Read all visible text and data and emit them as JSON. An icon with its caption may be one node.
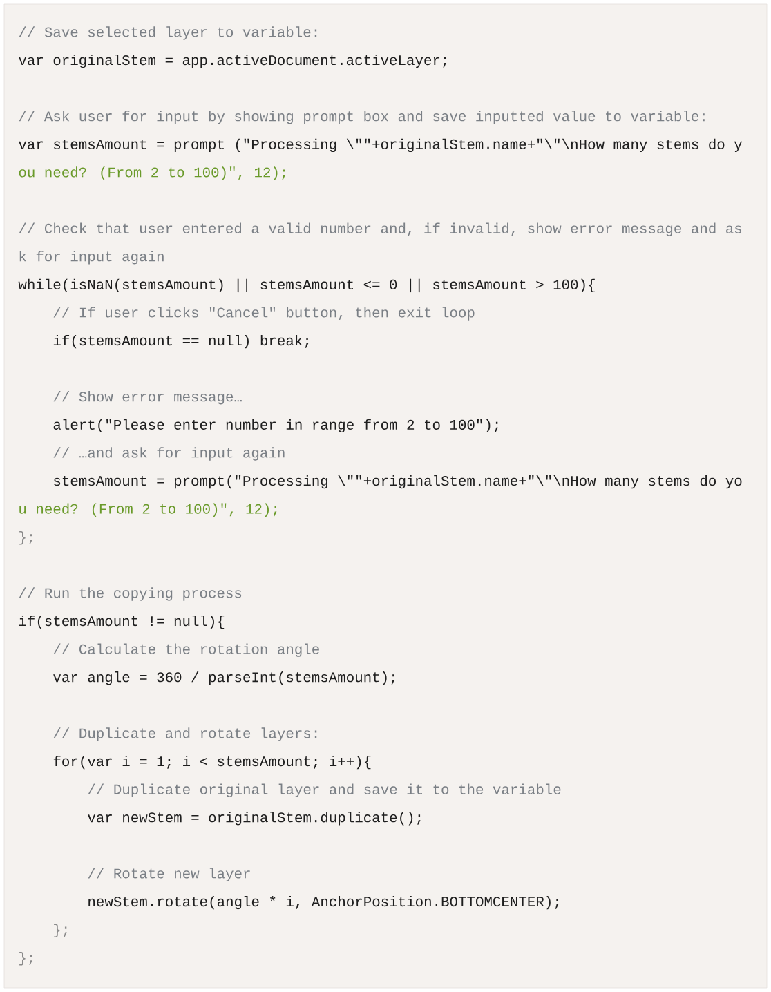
{
  "diagram": {
    "labels": [
      "// Save selected layer to variable:",
      "var originalStem = app.activeDocument.activeLayer;",
      "// Ask user for input by showing prompt box and save inputted value to variable:",
      "var stemsAmount = prompt (\"Processing \\\"\"+originalStem.name+\"\\\"\\nHow many stems do y",
      "ou need? (From 2 to 100)\", 12);",
      "// Check that user entered a valid number and, if invalid, show error message and as",
      "k for input again",
      "while(isNaN(stemsAmount) || stemsAmount <= 0 || stemsAmount > 100){",
      "// If user clicks \"Cancel\" button, then exit loop",
      "if(stemsAmount == null) break;",
      "// Show error message…",
      "alert(\"Please enter number in range from 2 to 100\");",
      "// …and ask for input again",
      "stemsAmount = prompt(\"Processing \\\"\"+originalStem.name+\"\\\"\\nHow many stems do yo",
      "u need? (From 2 to 100)\", 12);",
      "};",
      "// Run the copying process",
      "if(stemsAmount != null){",
      "// Calculate the rotation angle",
      "var angle = 360 / parseInt(stemsAmount);",
      "// Duplicate and rotate layers:",
      "for(var i = 1; i < stemsAmount; i++){",
      "// Duplicate original layer and save it to the variable",
      "var newStem = originalStem.duplicate();",
      "// Rotate new layer",
      "newStem.rotate(angle * i, AnchorPosition.BOTTOMCENTER);",
      "};",
      "};"
    ]
  }
}
